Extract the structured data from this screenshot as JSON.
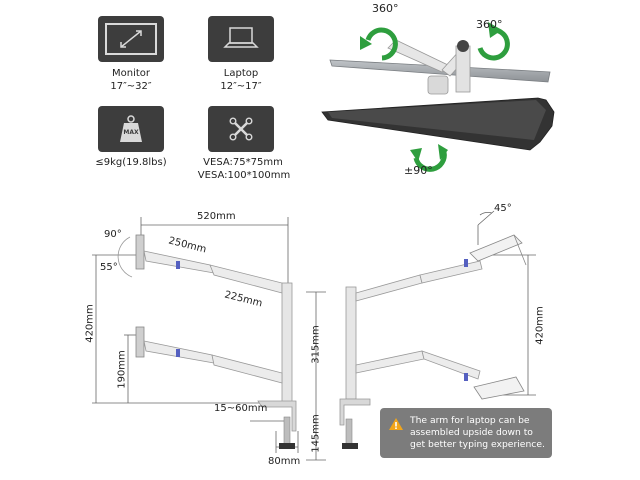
{
  "specs": {
    "monitor": {
      "title": "Monitor",
      "range": "17″~32″",
      "icon": "monitor-icon"
    },
    "laptop": {
      "title": "Laptop",
      "range": "12″~17″",
      "icon": "laptop-icon"
    },
    "weight": {
      "badge": "MAX",
      "text": "≤9kg(19.8lbs)",
      "icon": "weight-icon"
    },
    "vesa": {
      "line1": "VESA:75*75mm",
      "line2": "VESA:100*100mm",
      "icon": "vesa-icon"
    }
  },
  "rotation": {
    "left": "360°",
    "right": "360°",
    "tilt": "±90°",
    "arrow_color": "#2e9e3e"
  },
  "dimensions": {
    "left": {
      "width_top": "520mm",
      "tilt_up": "90°",
      "tilt_down": "55°",
      "upper_arm": "250mm",
      "lower_arm": "225mm",
      "total_height": "420mm",
      "lower_height": "190mm",
      "clamp_range": "15~60mm",
      "base_width": "80mm"
    },
    "right": {
      "tray_angle": "45°",
      "pole_height": "315mm",
      "total_height": "420mm",
      "clamp_height": "145mm"
    }
  },
  "note": {
    "line1": "The arm for laptop can be",
    "line2": "assembled upside down to",
    "line3": "get better typing experience."
  }
}
